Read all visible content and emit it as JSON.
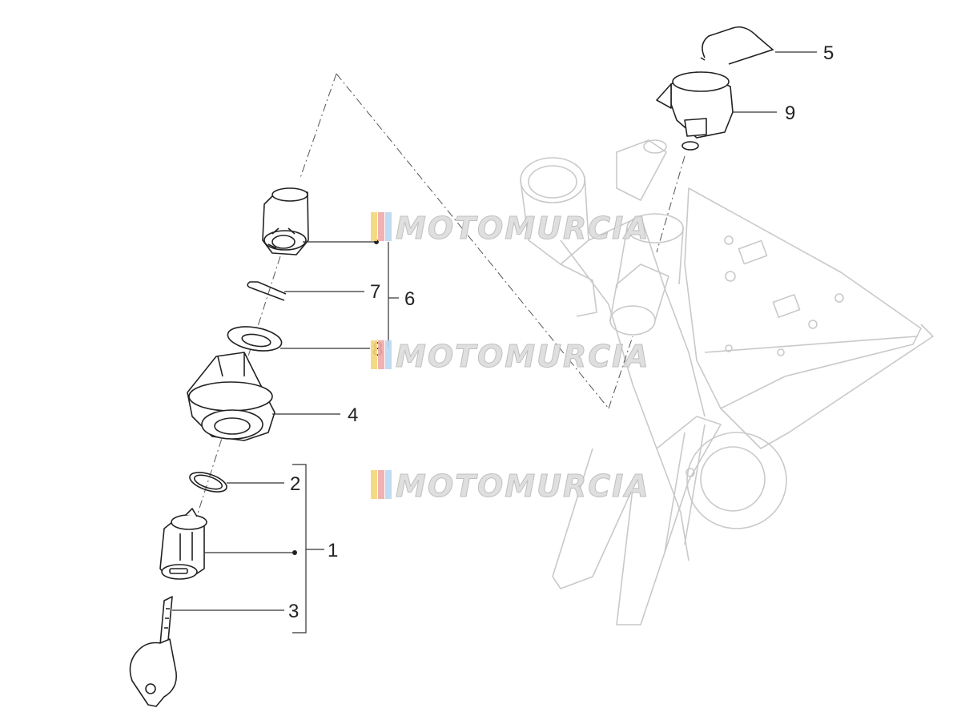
{
  "callouts": {
    "n1": "1",
    "n2": "2",
    "n3": "3",
    "n4": "4",
    "n5": "5",
    "n6": "6",
    "n7": "7",
    "n8": "8",
    "n9": "9"
  },
  "watermark": {
    "text": "MOTOMURCIA",
    "stripe_colors": [
      "#f4d77a",
      "#f0a9a9",
      "#b9d9f2"
    ]
  },
  "colors": {
    "line": "#222222",
    "frame": "#cccccc",
    "leader": "#333333"
  }
}
